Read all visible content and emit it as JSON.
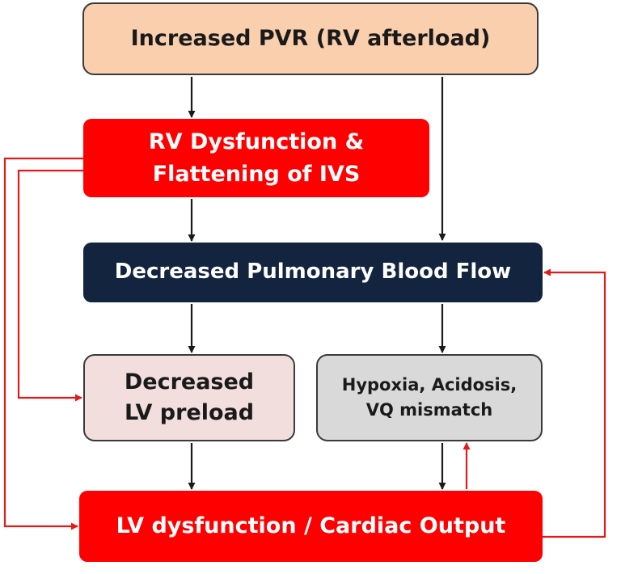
{
  "nodes": {
    "pvr": {
      "lines": [
        "Increased PVR (RV afterload)"
      ]
    },
    "rv_dysfunction": {
      "lines": [
        "RV Dysfunction &",
        "Flattening of IVS"
      ]
    },
    "pulmonary_flow": {
      "lines": [
        "Decreased Pulmonary Blood Flow"
      ]
    },
    "lv_preload": {
      "lines": [
        "Decreased",
        "LV preload"
      ]
    },
    "hypoxia": {
      "lines": [
        "Hypoxia, Acidosis,",
        "VQ mismatch"
      ]
    },
    "lv_dysfunction": {
      "lines": [
        "LV dysfunction / Cardiac Output"
      ]
    }
  },
  "edges": [
    {
      "from": "pvr",
      "to": "rv_dysfunction",
      "color": "#1a1a1a"
    },
    {
      "from": "pvr",
      "to": "pulmonary_flow",
      "color": "#1a1a1a"
    },
    {
      "from": "rv_dysfunction",
      "to": "pulmonary_flow",
      "color": "#1a1a1a"
    },
    {
      "from": "pulmonary_flow",
      "to": "lv_preload",
      "color": "#1a1a1a"
    },
    {
      "from": "pulmonary_flow",
      "to": "hypoxia",
      "color": "#1a1a1a"
    },
    {
      "from": "lv_preload",
      "to": "lv_dysfunction",
      "color": "#1a1a1a"
    },
    {
      "from": "hypoxia",
      "to": "lv_dysfunction",
      "color": "#1a1a1a"
    },
    {
      "from": "lv_dysfunction",
      "to": "hypoxia",
      "color": "#e01b1b"
    },
    {
      "from": "rv_dysfunction",
      "to": "lv_preload",
      "color": "#e01b1b"
    },
    {
      "from": "rv_dysfunction",
      "to": "lv_dysfunction",
      "color": "#e01b1b"
    },
    {
      "from": "lv_dysfunction",
      "to": "pulmonary_flow",
      "color": "#e01b1b"
    }
  ],
  "colors": {
    "pvr_fill": "#f9cfae",
    "rv_fill": "#ff0000",
    "pulmonary_fill": "#13243f",
    "lv_preload_fill": "#f3dede",
    "hypoxia_fill": "#d9d9d9",
    "lv_dysfunction_fill": "#ff0000",
    "black_arrow": "#1a1a1a",
    "red_arrow": "#e01b1b"
  }
}
